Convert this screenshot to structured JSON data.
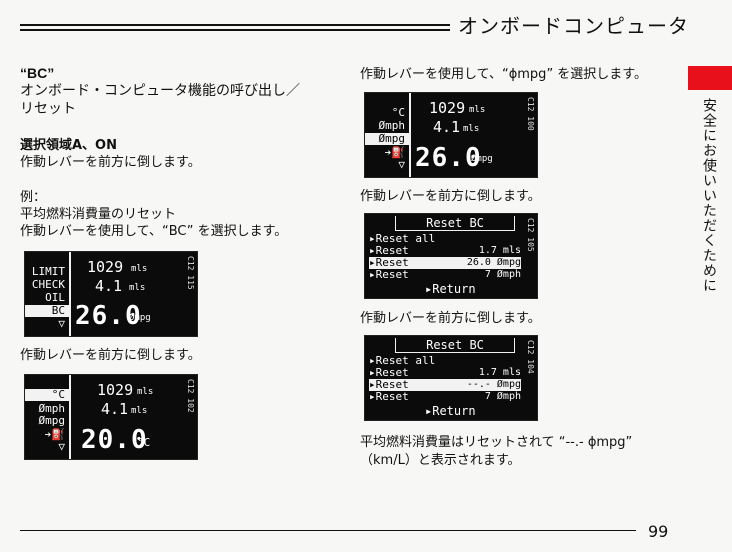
{
  "header": {
    "title": "オンボードコンピュータ"
  },
  "side_tab": {
    "label": "安全にお使いいただくために",
    "color": "#e8101a"
  },
  "left": {
    "heading": "“BC”",
    "subheading1": "オンボード・コンピュータ機能の呼び出し／",
    "subheading2": "リセット",
    "step1a": "選択領域A、ON",
    "step1b": "作動レバーを前方に倒します。",
    "example": "例：",
    "ex_line1": "平均燃料消費量のリセット",
    "ex_line2": "作動レバーを使用して、“BC” を選択します。",
    "step2": "作動レバーを前方に倒します。"
  },
  "right": {
    "step1": "作動レバーを使用して、“ϕmpg” を選択します。",
    "step2": "作動レバーを前方に倒します。",
    "step3": "作動レバーを前方に倒します。",
    "result1": "平均燃料消費量はリセットされて “--.- ϕmpg”",
    "result2": "（km/L）と表示されます。"
  },
  "screen1": {
    "code": "C12 115",
    "side": [
      "LIMIT",
      "CHECK",
      "OIL",
      "BC"
    ],
    "line1": "1029",
    "line1_unit": "mls",
    "line2": "4.1",
    "line2_unit": "mls",
    "big": "26.0",
    "big_unit": "Ømpg"
  },
  "screen2": {
    "code": "C12 102",
    "side": [
      "°C",
      "Ømph",
      "Ømpg"
    ],
    "line1": "1029",
    "line1_unit": "mls",
    "line2": "4.1",
    "line2_unit": "mls",
    "big": "20.0",
    "big_unit": "°C"
  },
  "screen3": {
    "code": "C12 100",
    "side": [
      "°C",
      "Ømph",
      "Ømpg"
    ],
    "line1": "1029",
    "line1_unit": "mls",
    "line2": "4.1",
    "line2_unit": "mls",
    "big": "26.0",
    "big_unit": "Ømpg"
  },
  "menu1": {
    "code": "C12 105",
    "title": "Reset BC",
    "rows": [
      {
        "label": "Reset all",
        "value": ""
      },
      {
        "label": "Reset",
        "value": "1.7 mls"
      },
      {
        "label": "Reset",
        "value": "26.0 Ømpg"
      },
      {
        "label": "Reset",
        "value": "7 Ømph"
      }
    ],
    "return": "Return"
  },
  "menu2": {
    "code": "C12 104",
    "title": "Reset BC",
    "rows": [
      {
        "label": "Reset all",
        "value": ""
      },
      {
        "label": "Reset",
        "value": "1.7 mls"
      },
      {
        "label": "Reset",
        "value": "--.- Ømpg"
      },
      {
        "label": "Reset",
        "value": "7 Ømph"
      }
    ],
    "return": "Return"
  },
  "footer": {
    "page": "99"
  }
}
